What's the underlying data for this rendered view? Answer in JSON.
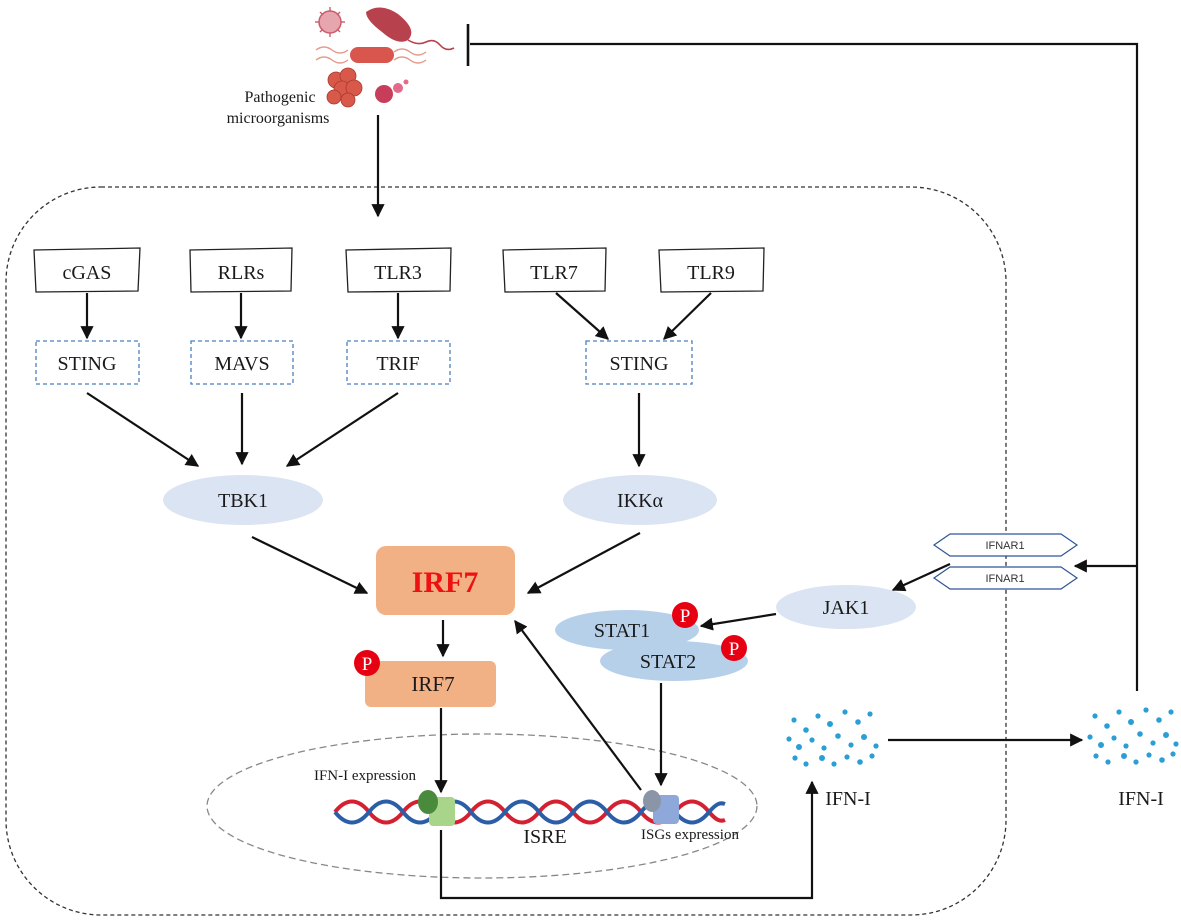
{
  "pathogen_label_line1": "Pathogenic",
  "pathogen_label_line2": "microorganisms",
  "sensors": {
    "cgas": "cGAS",
    "rlrs": "RLRs",
    "tlr3": "TLR3",
    "tlr7": "TLR7",
    "tlr9": "TLR9"
  },
  "adaptors": {
    "sting_left": "STING",
    "mavs": "MAVS",
    "trif": "TRIF",
    "sting_right": "STING"
  },
  "kinases": {
    "tbk1": "TBK1",
    "ikka": "IKKα",
    "jak1": "JAK1"
  },
  "irf7_main": "IRF7",
  "irf7_phospho": "IRF7",
  "phospho_symbol": "P",
  "stat1": "STAT1",
  "stat2": "STAT2",
  "receptor_top": "IFNAR1",
  "receptor_bottom": "IFNAR1",
  "ifn_expression": "IFN-I expression",
  "isre": "ISRE",
  "isgs_expression": "ISGs expression",
  "ifn_inner": "IFN-I",
  "ifn_outer": "IFN-I",
  "colors": {
    "irf7_fill": "#f2b085",
    "irf7_text": "#ee1111",
    "kinase_fill": "#dbe4f3",
    "stat_fill": "#b7d0ea",
    "adaptor_border": "#4a7fc1",
    "phospho": "#e60012",
    "dna_red": "#d42030",
    "dna_blue": "#2c5ea8",
    "ifn_dots": "#2a9fd6"
  }
}
